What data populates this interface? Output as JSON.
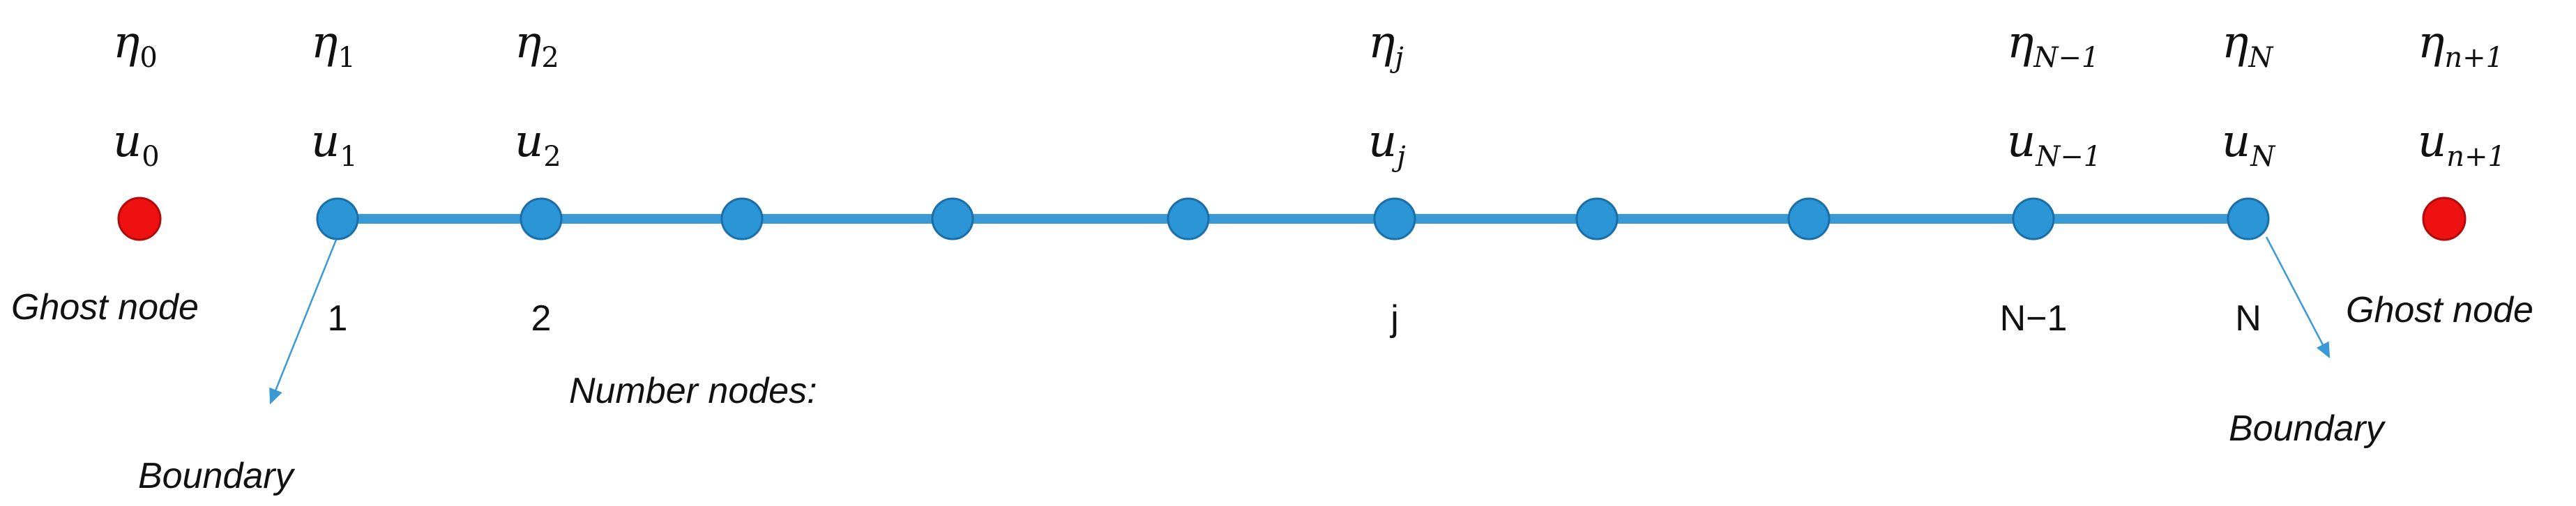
{
  "colors": {
    "line": "#3a9ad6",
    "node_fill": "#2b95d6",
    "node_stroke": "#1a6fa8",
    "ghost_fill": "#ee1111",
    "ghost_stroke": "#b20a0a",
    "arrow": "#3a9ad6"
  },
  "nodes": [
    {
      "kind": "ghost",
      "eta_sub": "0",
      "u_sub": "0",
      "index_label": ""
    },
    {
      "kind": "interior",
      "eta_sub": "1",
      "u_sub": "1",
      "index_label": "1"
    },
    {
      "kind": "interior",
      "eta_sub": "2",
      "u_sub": "2",
      "index_label": "2"
    },
    {
      "kind": "interior",
      "eta_sub": "",
      "u_sub": "",
      "index_label": ""
    },
    {
      "kind": "interior",
      "eta_sub": "",
      "u_sub": "",
      "index_label": ""
    },
    {
      "kind": "interior",
      "eta_sub": "",
      "u_sub": "",
      "index_label": ""
    },
    {
      "kind": "interior",
      "eta_sub": "j",
      "u_sub": "j",
      "index_label": "j"
    },
    {
      "kind": "interior",
      "eta_sub": "",
      "u_sub": "",
      "index_label": ""
    },
    {
      "kind": "interior",
      "eta_sub": "",
      "u_sub": "",
      "index_label": ""
    },
    {
      "kind": "interior",
      "eta_sub": "N−1",
      "u_sub": "N−1",
      "index_label": "N−1"
    },
    {
      "kind": "interior",
      "eta_sub": "N",
      "u_sub": "N",
      "index_label": "N"
    },
    {
      "kind": "ghost",
      "eta_sub": "n+1",
      "u_sub": "n+1",
      "index_label": ""
    }
  ],
  "symbols": {
    "eta": "η",
    "u": "u"
  },
  "labels": {
    "ghost_left": "Ghost node",
    "ghost_right": "Ghost node",
    "boundary_left": "Boundary",
    "boundary_right": "Boundary",
    "number_nodes": "Number nodes:"
  }
}
